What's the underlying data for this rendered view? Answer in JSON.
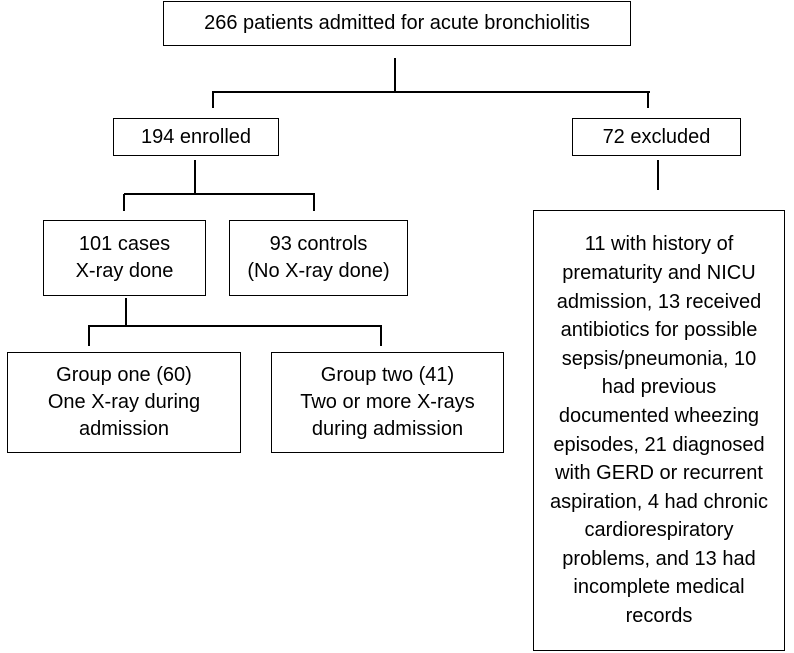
{
  "nodes": {
    "root": "266 patients admitted for acute bronchiolitis",
    "enrolled": "194 enrolled",
    "excluded": "72 excluded",
    "cases": "101 cases\nX-ray done",
    "controls": "93 controls\n(No X-ray done)",
    "group_one": "Group one (60)\nOne X-ray during\nadmission",
    "group_two": "Group two (41)\nTwo or more X-rays\nduring admission",
    "exclusion_reasons": "11 with history of\nprematurity and NICU\nadmission, 13 received\nantibiotics for possible\nsepsis/pneumonia, 10\nhad previous\ndocumented wheezing\nepisodes, 21 diagnosed\nwith GERD or recurrent\naspiration, 4 had chronic\ncardiorespiratory\nproblems, and 13 had\nincomplete medical\nrecords"
  },
  "colors": {
    "line": "#000000",
    "box_border": "#000000",
    "background": "#ffffff"
  }
}
